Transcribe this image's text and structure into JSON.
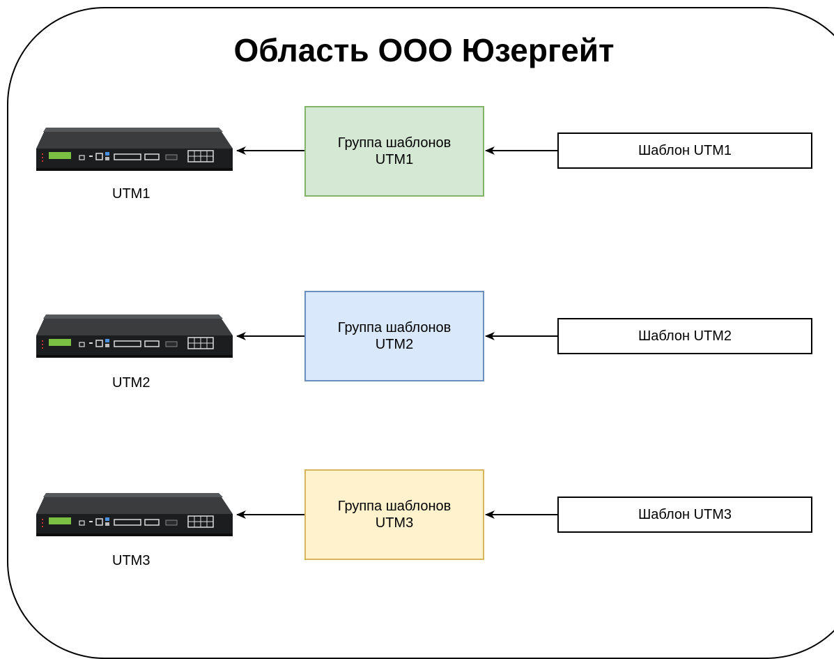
{
  "title": "Область ООО Юзергейт",
  "colors": {
    "group1_fill": "#d5e8d4",
    "group1_stroke": "#82b366",
    "group2_fill": "#dae8fc",
    "group2_stroke": "#6c8ebf",
    "group3_fill": "#fff2cc",
    "group3_stroke": "#d6b656"
  },
  "rows": [
    {
      "device_label": "UTM1",
      "group_line1": "Группа шаблонов",
      "group_line2": "UTM1",
      "template_label": "Шаблон UTM1"
    },
    {
      "device_label": "UTM2",
      "group_line1": "Группа шаблонов",
      "group_line2": "UTM2",
      "template_label": "Шаблон UTM2"
    },
    {
      "device_label": "UTM3",
      "group_line1": "Группа шаблонов",
      "group_line2": "UTM3",
      "template_label": "Шаблон UTM3"
    }
  ],
  "icons": {
    "device": "network-appliance-icon",
    "arrow": "arrow-left-icon"
  }
}
